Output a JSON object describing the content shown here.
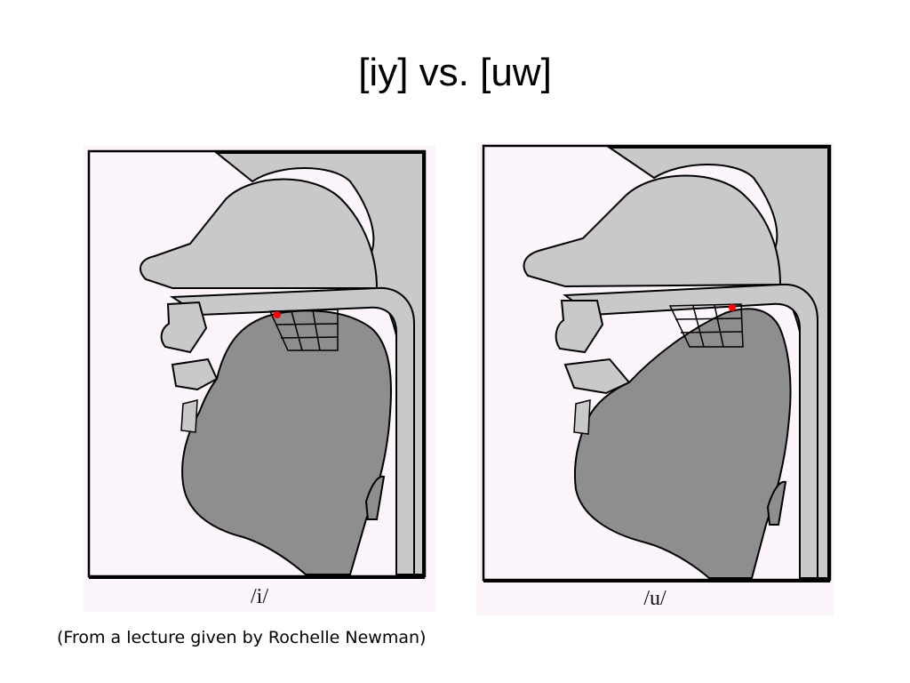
{
  "slide": {
    "title": "[iy] vs. [uw]",
    "caption": "(From a lecture given by Rochelle Newman)"
  },
  "diagrams": [
    {
      "label": "/i/",
      "marker_color": "#ff0000"
    },
    {
      "label": "/u/",
      "marker_color": "#ff0000"
    }
  ],
  "colors": {
    "background": "#ffffff",
    "panel": "#fcf6fc",
    "light_tissue": "#c9c9c9",
    "dark_tissue": "#8e8e8e",
    "outline": "#000000"
  }
}
